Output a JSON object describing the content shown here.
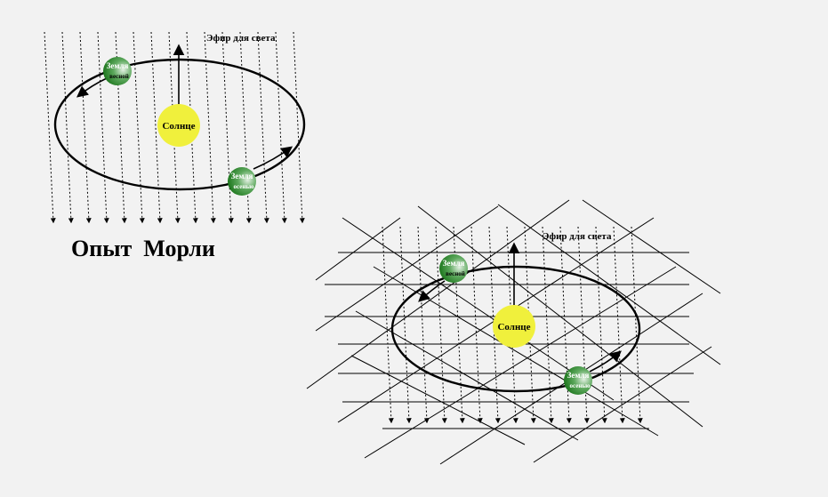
{
  "title": "Опыт  Морли",
  "colors": {
    "background": "#f2f2f2",
    "sun": "#f2f23a",
    "earth_dark": "#1f7a1f",
    "earth_light": "#cfe6cf",
    "line": "#000000"
  },
  "diagram_left": {
    "ether_label": "Эфир для света",
    "sun_label": "Солнце",
    "earth_spring": {
      "name": "Земля",
      "season": "весной"
    },
    "earth_autumn": {
      "name": "Земля",
      "season": "осенью"
    }
  },
  "diagram_right": {
    "ether_label": "Эфир для света",
    "sun_label": "Солнце",
    "earth_spring": {
      "name": "Земля",
      "season": "весной"
    },
    "earth_autumn": {
      "name": "Земля",
      "season": "осенью"
    }
  }
}
